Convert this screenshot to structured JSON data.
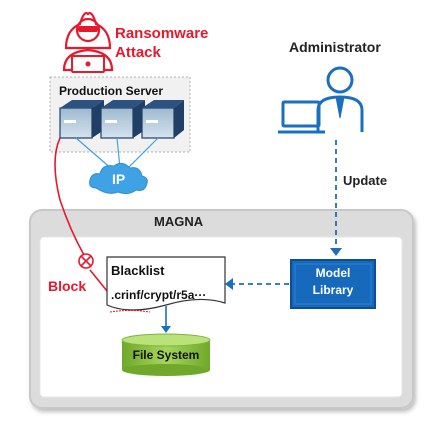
{
  "attacker": {
    "title_line1": "Ransomware",
    "title_line2": "Attack",
    "icon": "hacker-icon"
  },
  "production_server": {
    "title": "Production Server",
    "server_count": 3,
    "icon": "server-icon"
  },
  "network": {
    "label": "IP",
    "icon": "cloud-icon"
  },
  "administrator": {
    "title": "Administrator",
    "icon": "admin-computer-icon"
  },
  "update": {
    "label": "Update"
  },
  "magna": {
    "title": "MAGNA"
  },
  "block": {
    "label": "Block",
    "icon": "blocked-x-icon"
  },
  "blacklist": {
    "title": "Blacklist",
    "entry": ".crinf/crypt/r5a···"
  },
  "model_library": {
    "line1": "Model",
    "line2": "Library"
  },
  "file_system": {
    "label": "File System"
  },
  "colors": {
    "attack_red": "#e8192c",
    "admin_blue": "#1a6fbf",
    "server_dark": "#1f3f66",
    "cloud_blue": "#3ea2e4",
    "model_library_blue": "#1769bc",
    "file_system_green": "#8bc63e",
    "magna_gray": "#dcdcdc"
  }
}
